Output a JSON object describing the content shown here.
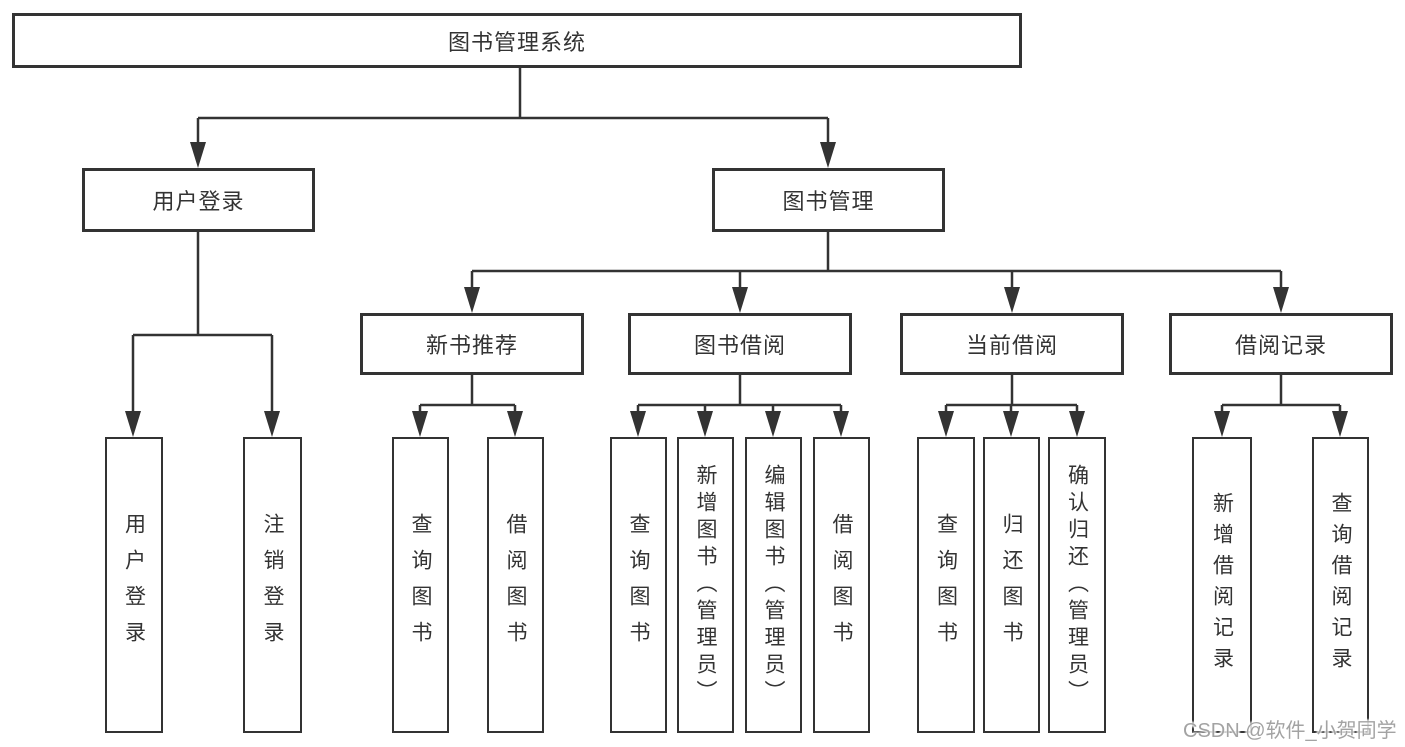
{
  "diagram": {
    "root": {
      "label": "图书管理系统"
    },
    "level2": [
      {
        "label": "用户登录"
      },
      {
        "label": "图书管理"
      }
    ],
    "login_children": [
      {
        "label": "用户登录"
      },
      {
        "label": "注销登录"
      }
    ],
    "modules": [
      {
        "label": "新书推荐",
        "children": [
          {
            "label": "查询图书"
          },
          {
            "label": "借阅图书"
          }
        ]
      },
      {
        "label": "图书借阅",
        "children": [
          {
            "label": "查询图书"
          },
          {
            "label": "新增图书（管理员）"
          },
          {
            "label": "编辑图书（管理员）"
          },
          {
            "label": "借阅图书"
          }
        ]
      },
      {
        "label": "当前借阅",
        "children": [
          {
            "label": "查询图书"
          },
          {
            "label": "归还图书"
          },
          {
            "label": "确认归还（管理员）"
          }
        ]
      },
      {
        "label": "借阅记录",
        "children": [
          {
            "label": "新增借阅记录"
          },
          {
            "label": "查询借阅记录"
          }
        ]
      }
    ],
    "watermark": "CSDN @软件_小贺同学",
    "colors": {
      "line": "#333333",
      "box_border": "#333333",
      "text": "#333333",
      "watermark": "#a3a3a3",
      "background": "#ffffff"
    }
  }
}
